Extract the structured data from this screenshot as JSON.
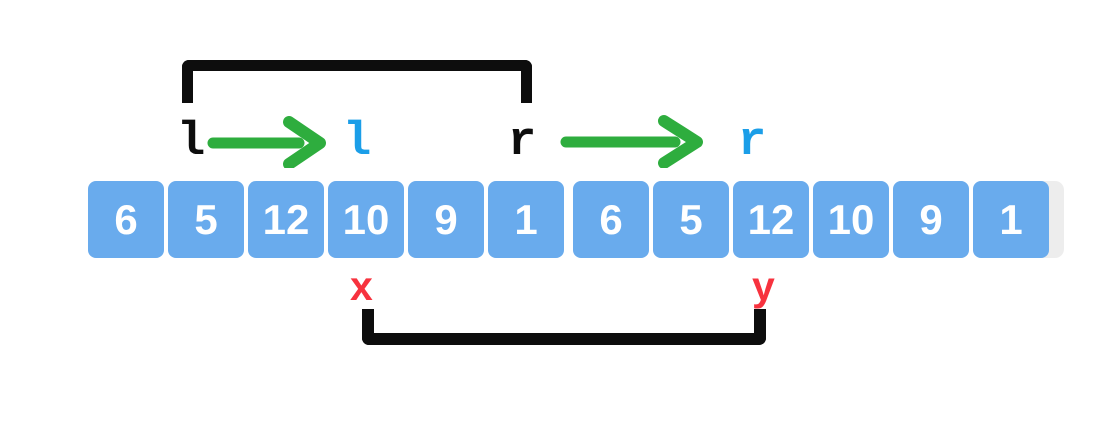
{
  "pointers": {
    "old_left": {
      "label": "l",
      "color": "#0d0d0d"
    },
    "new_left": {
      "label": "l",
      "color": "#1b9ee8"
    },
    "old_right": {
      "label": "r",
      "color": "#0d0d0d"
    },
    "new_right": {
      "label": "r",
      "color": "#1b9ee8"
    }
  },
  "icons": {
    "arrow_right": {
      "name": "green-arrow-right",
      "glyph": "→",
      "color": "#2ead3e"
    }
  },
  "array": {
    "values": [
      6,
      5,
      12,
      10,
      9,
      1,
      6,
      5,
      12,
      10,
      9,
      1
    ],
    "cell_color": "#69abed",
    "text_color": "#ffffff"
  },
  "range_labels": {
    "x": "x",
    "y": "y",
    "color": "#f7323e"
  },
  "colors": {
    "bracket_black": "#0d0d0d",
    "arrow_green": "#2ead3e",
    "pointer_blue": "#1b9ee8",
    "cell_blue": "#69abed",
    "label_red": "#f7323e",
    "background": "#ffffff",
    "stub_gray": "#ededed"
  }
}
